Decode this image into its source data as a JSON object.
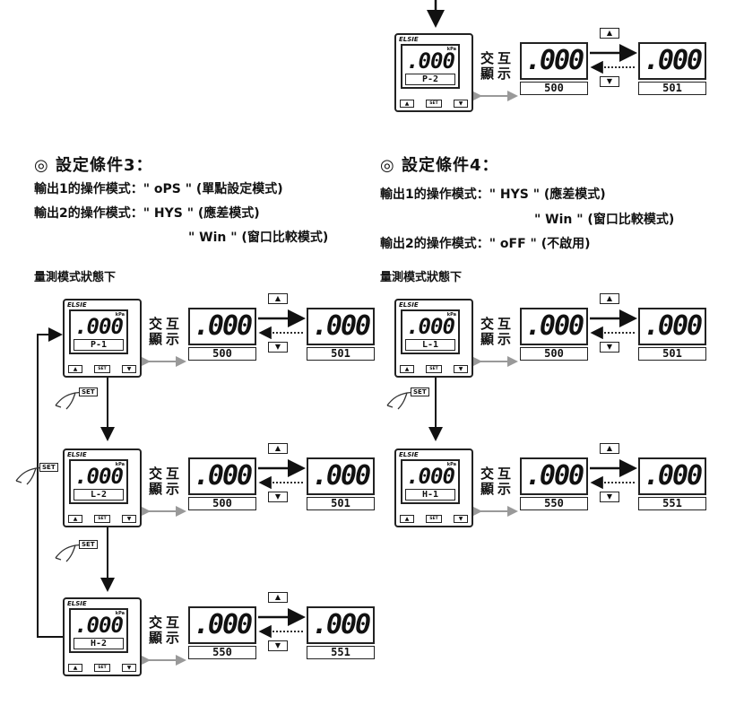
{
  "device": {
    "logo": "ELSIE",
    "value": ".000",
    "unit": "kPa",
    "key_up": "▲",
    "key_set": "SET",
    "key_down": "▼"
  },
  "alternate_label": [
    "交",
    "互",
    "顯",
    "示"
  ],
  "display_value": ".000",
  "top_block": {
    "mode": "P-2",
    "sp1": "500",
    "sp2": "501"
  },
  "condition3": {
    "title": "◎ 設定條件3：",
    "lines": [
      "輸出1的操作模式：\" oPS \" (單點設定模式)",
      "輸出2的操作模式：\" HYS \" (應差模式)",
      "\" Win \" (窗口比較模式)"
    ],
    "measure_label": "量測模式狀態下",
    "rows": [
      {
        "mode": "P-1",
        "sp1": "500",
        "sp2": "501"
      },
      {
        "mode": "L-2",
        "sp1": "500",
        "sp2": "501"
      },
      {
        "mode": "H-2",
        "sp1": "550",
        "sp2": "551"
      }
    ]
  },
  "condition4": {
    "title": "◎ 設定條件4：",
    "lines": [
      "輸出1的操作模式：\" HYS \" (應差模式)",
      "\" Win \" (窗口比較模式)",
      "輸出2的操作模式：\" oFF \" (不啟用)"
    ],
    "measure_label": "量測模式狀態下",
    "rows": [
      {
        "mode": "L-1",
        "sp1": "500",
        "sp2": "501"
      },
      {
        "mode": "H-1",
        "sp1": "550",
        "sp2": "551"
      }
    ]
  },
  "hand_label": "SET"
}
